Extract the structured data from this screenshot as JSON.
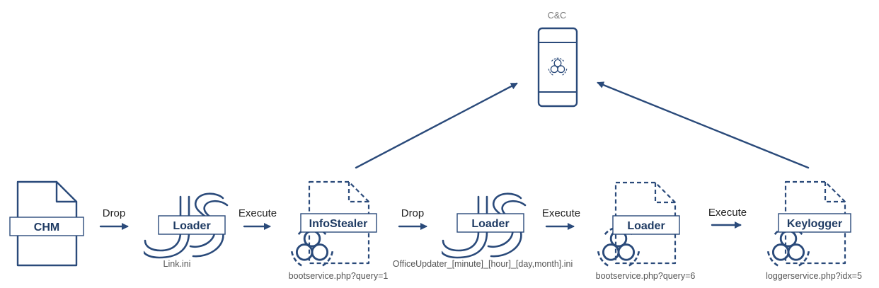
{
  "cc": {
    "label": "C&C"
  },
  "nodes": [
    {
      "id": "chm",
      "label": "CHM",
      "caption": ""
    },
    {
      "id": "loader1",
      "label": "Loader",
      "caption": "Link.ini"
    },
    {
      "id": "infostealer",
      "label": "InfoStealer",
      "caption": "bootservice.php?query=1"
    },
    {
      "id": "loader2",
      "label": "Loader",
      "caption": "OfficeUpdater_[minute]_[hour]_[day,month].ini"
    },
    {
      "id": "loader3",
      "label": "Loader",
      "caption": "bootservice.php?query=6"
    },
    {
      "id": "keylogger",
      "label": "Keylogger",
      "caption": "loggerservice.php?idx=5"
    }
  ],
  "edges": [
    {
      "from": "chm",
      "to": "loader1",
      "label": "Drop"
    },
    {
      "from": "loader1",
      "to": "infostealer",
      "label": "Execute"
    },
    {
      "from": "infostealer",
      "to": "loader2",
      "label": "Drop"
    },
    {
      "from": "loader2",
      "to": "loader3",
      "label": "Execute"
    },
    {
      "from": "loader3",
      "to": "keylogger",
      "label": "Execute"
    },
    {
      "from": "infostealer",
      "to": "cc",
      "label": ""
    },
    {
      "from": "keylogger",
      "to": "cc",
      "label": ""
    }
  ],
  "colors": {
    "stroke": "#2a4a7a",
    "label_text": "#1f3b63",
    "caption_text": "#555555"
  }
}
